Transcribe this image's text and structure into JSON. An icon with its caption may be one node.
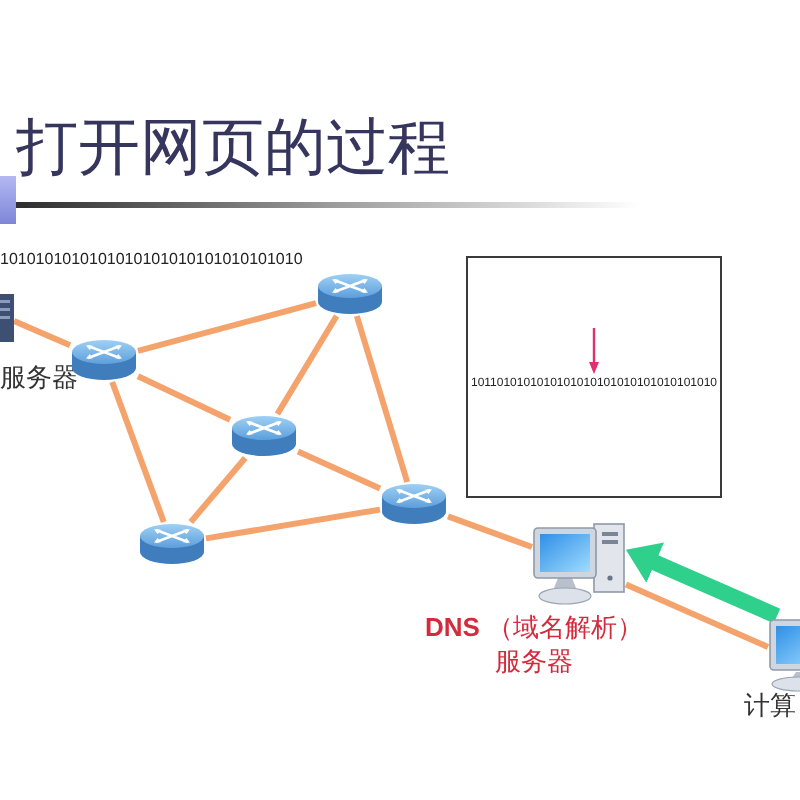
{
  "diagram": {
    "title": "打开网页的过程",
    "nodes": [
      {
        "text": [],
        "shape": "picture"
      },
      {
        "text": [],
        "shape": "cylinder"
      },
      {
        "text": [],
        "shape": "cylinder"
      },
      {
        "text": [],
        "shape": "cylinder"
      },
      {
        "text": [],
        "shape": "cylinder"
      },
      {
        "text": [],
        "shape": "cylinder"
      },
      {
        "text": [],
        "shape": "box"
      },
      {
        "text": [
          "1011010101010101010101010101010101010"
        ],
        "in": 6
      },
      {
        "text": [],
        "shape": "picture",
        "beside": [
          "**DNS** （域名解析）服务器"
        ]
      },
      {
        "text": [],
        "shape": "picture",
        "beside": [
          "计算"
        ]
      }
    ],
    "edges": [
      {
        "from": 0,
        "to": 1,
        "arrow": "none"
      },
      {
        "from": 1,
        "to": 2,
        "arrow": "none"
      },
      {
        "from": 1,
        "to": 3,
        "arrow": "none"
      },
      {
        "from": 1,
        "to": 4,
        "arrow": "none"
      },
      {
        "from": 2,
        "to": 3,
        "arrow": "none"
      },
      {
        "from": 2,
        "to": 5,
        "arrow": "none"
      },
      {
        "from": 3,
        "to": 4,
        "arrow": "none"
      },
      {
        "from": 3,
        "to": 5,
        "arrow": "none"
      },
      {
        "from": 4,
        "to": 5,
        "arrow": "none"
      },
      {
        "from": 5,
        "to": 8,
        "arrow": "none"
      },
      {
        "from": 8,
        "to": 9,
        "arrow": "none"
      },
      {
        "from": 9,
        "to": 8,
        "arrow": "to",
        "style": "thick",
        "color": "#2fd08c"
      },
      {
        "from": null,
        "to": 7,
        "arrow": "to",
        "color": "#e0306e"
      }
    ],
    "labels": [
      "1010101010101010101010101010101010",
      "服务器"
    ]
  }
}
